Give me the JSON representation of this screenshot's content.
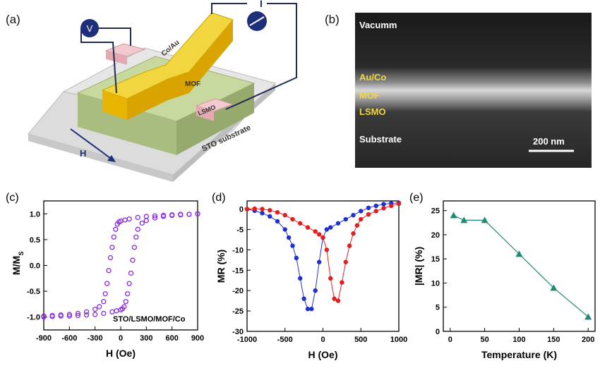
{
  "panels": {
    "a": {
      "label": "(a)",
      "voltmeter": "V",
      "ammeter": "I",
      "top_electrode": "Co/Au",
      "spacer": "MOF",
      "bottom_electrode": "LSMO",
      "substrate": "STO substrate",
      "field": "H"
    },
    "b": {
      "label": "(b)",
      "layers": [
        "Vacumm",
        "Au/Co",
        "MOF",
        "LSMO",
        "Substrate"
      ],
      "scalebar": "200 nm"
    }
  },
  "chart_data": [
    {
      "panel": "(c)",
      "type": "scatter",
      "xlabel": "H (Oe)",
      "ylabel_main": "M/M",
      "ylabel_sub": "S",
      "xlim": [
        -900,
        900
      ],
      "ylim": [
        -1.25,
        1.25
      ],
      "xticks": [
        -900,
        -600,
        -300,
        0,
        300,
        600,
        900
      ],
      "yticks": [
        -1.0,
        -0.5,
        0.0,
        0.5,
        1.0
      ],
      "xtick_labels": [
        "-900",
        "-600",
        "-300",
        "0",
        "300",
        "600",
        "900"
      ],
      "ytick_labels": [
        "-1.0",
        "-0.5",
        "0.0",
        "0.5",
        "1.0"
      ],
      "annotation": "STO/LSMO/MOF/Co",
      "color": "#8a2be2",
      "series": [
        {
          "x": [
            -900,
            -800,
            -700,
            -600,
            -500,
            -400,
            -300,
            -250,
            -200,
            -180,
            -160,
            -140,
            -120,
            -100,
            -80,
            -60,
            -40,
            -20,
            0,
            50,
            100,
            200,
            300,
            400,
            500,
            600,
            700,
            800,
            900
          ],
          "y": [
            -0.98,
            -0.97,
            -0.96,
            -0.95,
            -0.93,
            -0.9,
            -0.85,
            -0.8,
            -0.7,
            -0.55,
            -0.35,
            -0.1,
            0.15,
            0.35,
            0.55,
            0.7,
            0.8,
            0.84,
            0.86,
            0.88,
            0.9,
            0.93,
            0.95,
            0.96,
            0.97,
            0.98,
            0.99,
            0.99,
            1.0
          ]
        },
        {
          "x": [
            900,
            800,
            700,
            600,
            500,
            400,
            300,
            250,
            200,
            180,
            160,
            140,
            120,
            100,
            80,
            60,
            40,
            20,
            0,
            -50,
            -100,
            -200,
            -300,
            -400,
            -500,
            -600,
            -700,
            -800,
            -900
          ],
          "y": [
            1.0,
            0.99,
            0.98,
            0.97,
            0.95,
            0.92,
            0.87,
            0.82,
            0.7,
            0.55,
            0.35,
            0.1,
            -0.15,
            -0.35,
            -0.55,
            -0.7,
            -0.8,
            -0.84,
            -0.86,
            -0.88,
            -0.9,
            -0.93,
            -0.95,
            -0.96,
            -0.97,
            -0.98,
            -0.98,
            -0.99,
            -1.0
          ]
        }
      ]
    },
    {
      "panel": "(d)",
      "type": "line",
      "xlabel": "H (Oe)",
      "ylabel": "MR (%)",
      "xlim": [
        -1000,
        1000
      ],
      "ylim": [
        -30,
        2
      ],
      "xticks": [
        -1000,
        -500,
        0,
        500,
        1000
      ],
      "yticks": [
        0,
        -5,
        -10,
        -15,
        -20,
        -25,
        -30
      ],
      "xtick_labels": [
        "-1000",
        "-500",
        "0",
        "500",
        "1000"
      ],
      "ytick_labels": [
        "0",
        "-5",
        "-10",
        "-15",
        "-20",
        "-25",
        "-30"
      ],
      "series": [
        {
          "color": "#1f2fd0",
          "x": [
            1000,
            900,
            800,
            700,
            600,
            500,
            400,
            300,
            200,
            100,
            50,
            0,
            -50,
            -100,
            -150,
            -200,
            -250,
            -300,
            -350,
            -400,
            -450,
            -500,
            -600,
            -700,
            -800,
            -900,
            -1000
          ],
          "y": [
            1.5,
            1.4,
            1.2,
            0.8,
            0.3,
            -0.5,
            -1.5,
            -2.5,
            -3.5,
            -4.5,
            -5,
            -7,
            -13,
            -20,
            -24.5,
            -24.5,
            -22,
            -17,
            -12,
            -9,
            -7,
            -5,
            -3,
            -1.8,
            -1,
            -0.4,
            0
          ]
        },
        {
          "color": "#e02020",
          "x": [
            -1000,
            -900,
            -800,
            -700,
            -600,
            -500,
            -400,
            -300,
            -200,
            -100,
            -50,
            0,
            50,
            100,
            150,
            200,
            250,
            300,
            350,
            400,
            450,
            500,
            600,
            700,
            800,
            900,
            1000
          ],
          "y": [
            0,
            0.1,
            0,
            -0.3,
            -0.8,
            -1.5,
            -2.5,
            -3.5,
            -4.5,
            -5.5,
            -6.2,
            -7,
            -10,
            -17,
            -22,
            -22.5,
            -18,
            -13,
            -9,
            -6,
            -4,
            -2.5,
            -1.3,
            -0.5,
            0.2,
            0.8,
            1.3
          ]
        }
      ]
    },
    {
      "panel": "(e)",
      "type": "line",
      "xlabel": "Temperature (K)",
      "ylabel": "|MR| (%)",
      "xlim": [
        -10,
        210
      ],
      "ylim": [
        0,
        27
      ],
      "xticks": [
        0,
        50,
        100,
        150,
        200
      ],
      "yticks": [
        0,
        5,
        10,
        15,
        20,
        25
      ],
      "xtick_labels": [
        "0",
        "50",
        "100",
        "150",
        "200"
      ],
      "ytick_labels": [
        "0",
        "5",
        "10",
        "15",
        "20",
        "25"
      ],
      "color": "#1f8a72",
      "x": [
        5,
        20,
        50,
        100,
        150,
        200
      ],
      "y": [
        24,
        23,
        23,
        16,
        9,
        3
      ]
    }
  ]
}
